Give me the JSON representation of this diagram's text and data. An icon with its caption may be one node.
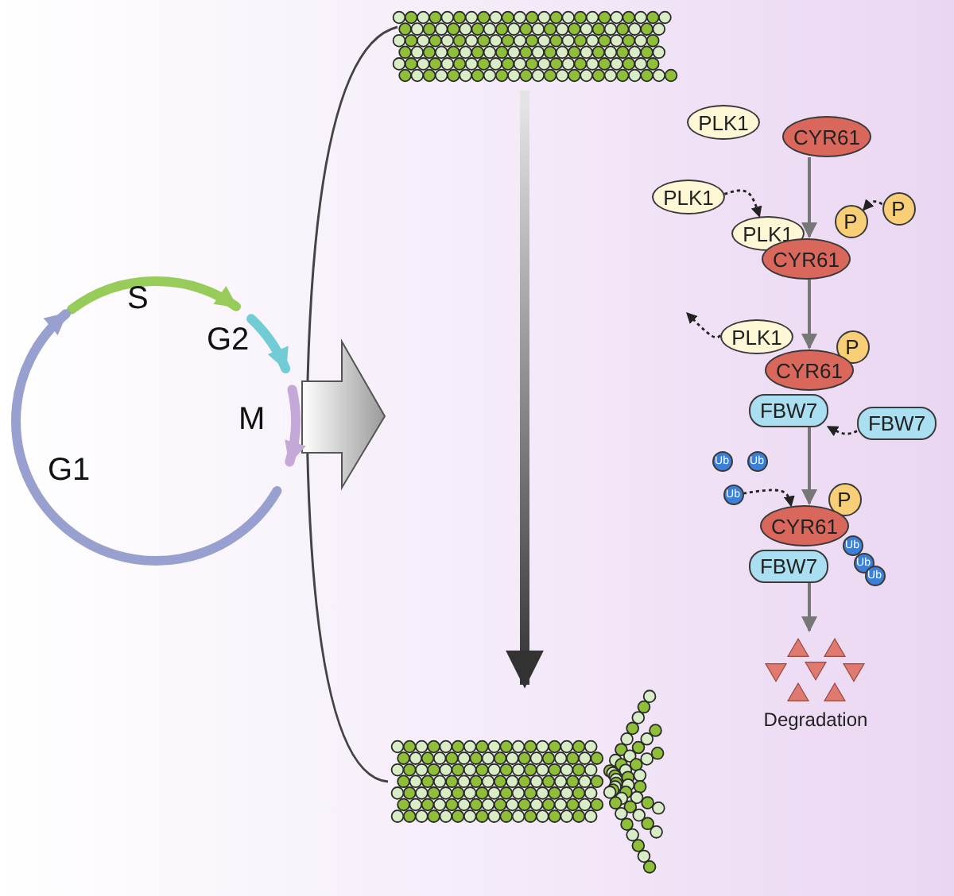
{
  "diagram": {
    "nodes": [
      {
        "text": [],
        "shape": "picture"
      },
      {
        "text": [],
        "shape": "picture"
      },
      {
        "text": [
          "PLK1"
        ]
      },
      {
        "text": [
          "CYR61"
        ]
      },
      {
        "text": [
          "PLK1"
        ]
      },
      {
        "text": [
          "P"
        ]
      },
      {
        "text": [
          "PLK1"
        ]
      },
      {
        "text": [
          "P"
        ]
      },
      {
        "text": [
          "CYR61"
        ]
      },
      {
        "text": [
          "PLK1"
        ]
      },
      {
        "text": [
          "P"
        ]
      },
      {
        "text": [
          "CYR61"
        ]
      },
      {
        "text": [
          "FBW7"
        ]
      },
      {
        "text": [
          "FBW7"
        ]
      },
      {
        "text": [
          "Ub"
        ]
      },
      {
        "text": [
          "Ub"
        ]
      },
      {
        "text": [
          "Ub"
        ]
      },
      {
        "text": [
          "P"
        ]
      },
      {
        "text": [
          "CYR61"
        ]
      },
      {
        "text": [
          "FBW7"
        ]
      },
      {
        "text": [
          "Ub"
        ]
      },
      {
        "text": [
          "Ub"
        ]
      },
      {
        "text": [
          "Ub"
        ]
      },
      {
        "text": [
          "Degradation"
        ]
      }
    ],
    "edges": [
      {
        "from": 0,
        "to": 1,
        "arrow": "to",
        "style": "thick"
      },
      {
        "from": 3,
        "to": 8,
        "arrow": "to",
        "color": "#777777"
      },
      {
        "from": 8,
        "to": 11,
        "arrow": "to",
        "color": "#777777"
      },
      {
        "from": 12,
        "to": 18,
        "arrow": "to",
        "color": "#777777"
      },
      {
        "from": 19,
        "to": 23,
        "arrow": "to",
        "color": "#777777"
      },
      {
        "from": 4,
        "to": 6,
        "arrow": "to",
        "style": "dashed"
      },
      {
        "from": 5,
        "to": 7,
        "arrow": "to",
        "style": "dashed"
      },
      {
        "from": 9,
        "to": null,
        "arrow": "to",
        "style": "dashed"
      },
      {
        "from": 13,
        "to": 12,
        "arrow": "to",
        "style": "dashed"
      },
      {
        "from": 16,
        "to": 18,
        "arrow": "to",
        "style": "dashed"
      }
    ],
    "labels": [
      "S",
      "G2",
      "M",
      "G1"
    ]
  }
}
